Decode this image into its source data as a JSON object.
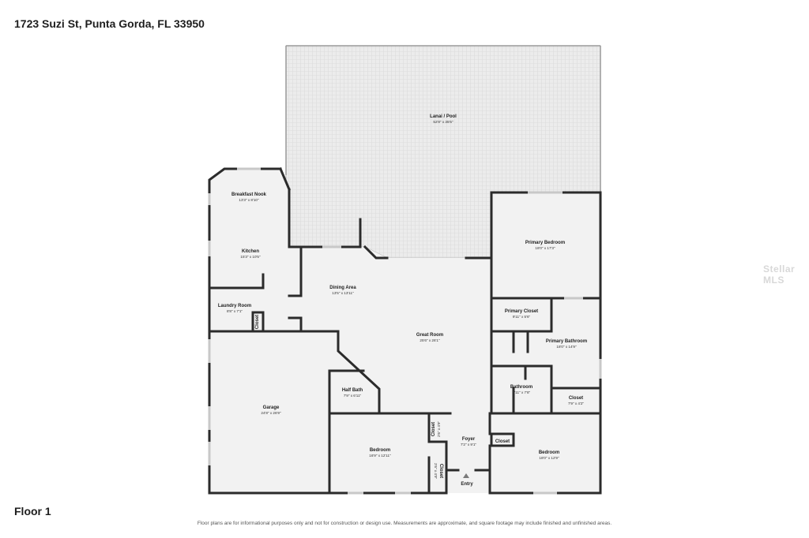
{
  "address": "1723 Suzi St, Punta Gorda, FL 33950",
  "floor_label": "Floor 1",
  "disclaimer": "Floor plans are for informational purposes only and not for construction or design use. Measurements are approximate, and square footage may include finished and unfinished areas.",
  "watermark": "Stellar MLS",
  "entry_label": "Entry",
  "rooms": {
    "lanai": {
      "name": "Lanai / Pool",
      "dim": "52'8\" x 35'5\""
    },
    "breakfast_nook": {
      "name": "Breakfast Nook",
      "dim": "13'3\" x 8'10\""
    },
    "kitchen": {
      "name": "Kitchen",
      "dim": "15'3\" x 10'5\""
    },
    "dining_area": {
      "name": "Dining Area",
      "dim": "13'5\" x 13'11\""
    },
    "primary_bedroom": {
      "name": "Primary Bedroom",
      "dim": "18'0\" x 17'3\""
    },
    "laundry_room": {
      "name": "Laundry Room",
      "dim": "8'8\" x 7'1\""
    },
    "closet_laundry": {
      "name": "Closet"
    },
    "primary_closet": {
      "name": "Primary Closet",
      "dim": "9'11\" x 5'6\""
    },
    "great_room": {
      "name": "Great Room",
      "dim": "25'6\" x 26'1\""
    },
    "primary_bathroom": {
      "name": "Primary Bathroom",
      "dim": "18'0\" x 14'9\""
    },
    "half_bath": {
      "name": "Half Bath",
      "dim": "7'9\" x 6'11\""
    },
    "bathroom": {
      "name": "Bathroom",
      "dim": "9'11\" x 7'8\""
    },
    "closet_bath": {
      "name": "Closet",
      "dim": "7'9\" x 4'2\""
    },
    "garage": {
      "name": "Garage",
      "dim": "24'8\" x 26'9\""
    },
    "closet_a": {
      "name": "Closet",
      "dim": "2'6\" x 4'9\""
    },
    "foyer": {
      "name": "Foyer",
      "dim": "7'2\" x 9'1\""
    },
    "closet_foyer": {
      "name": "Closet"
    },
    "bedroom_left": {
      "name": "Bedroom",
      "dim": "16'9\" x 12'11\""
    },
    "closet_b": {
      "name": "Closet",
      "dim": "2'6\" x 4'9\""
    },
    "bedroom_right": {
      "name": "Bedroom",
      "dim": "18'0\" x 12'9\""
    }
  },
  "colors": {
    "wall": "#2b2b2b",
    "floor": "#f2f2f2",
    "lanai": "#ececec",
    "window": "#c8c8c8"
  }
}
